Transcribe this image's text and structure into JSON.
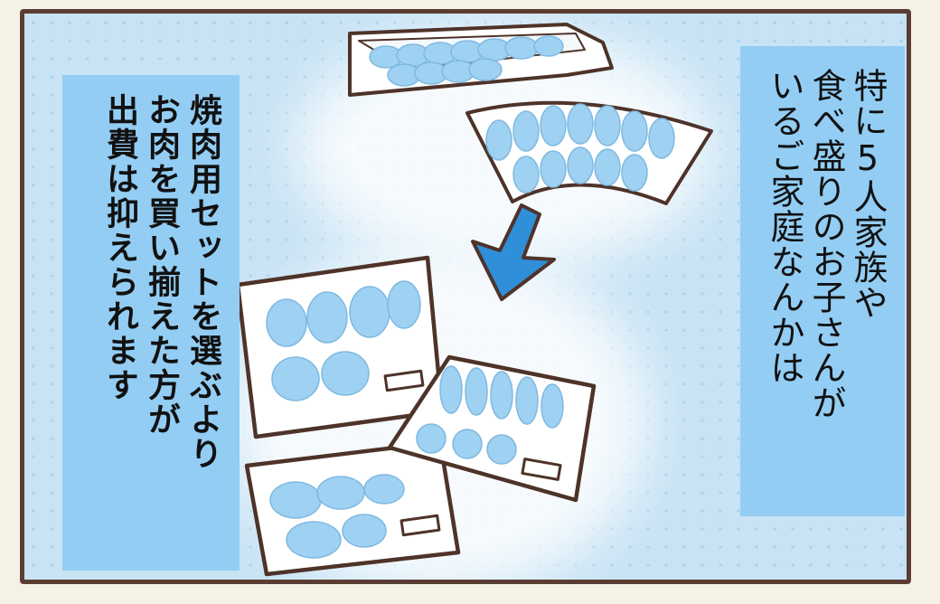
{
  "panel": {
    "right_caption": [
      "特に5人家族や",
      "食べ盛りのお子さんが",
      "いるご家庭なんかは"
    ],
    "left_caption": [
      "焼肉用セットを選ぶより",
      "お肉を買い揃えた方が",
      "出費は抑えられます"
    ]
  },
  "colors": {
    "border": "#5a3d32",
    "background": "#c8e3f4",
    "caption_box": "#93cdf3",
    "arrow": "#2f8fd8",
    "meat": "#9fd1f2"
  },
  "icons": [
    "arrow-down-icon"
  ]
}
